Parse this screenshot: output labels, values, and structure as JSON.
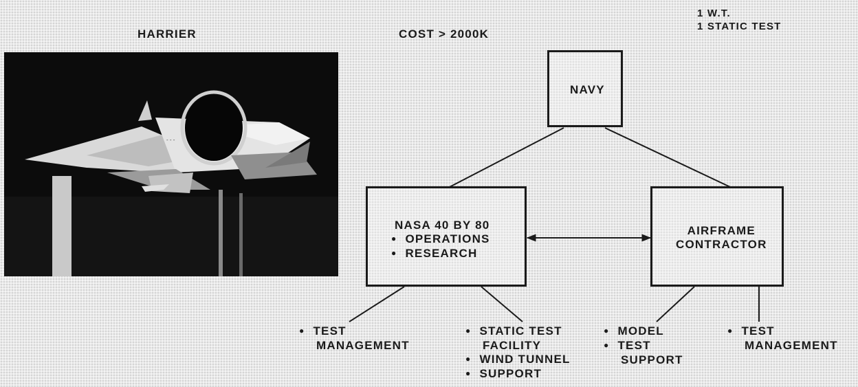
{
  "photo_caption": "HARRIER",
  "cost": "COST > 2000K",
  "tests": [
    "1 W.T.",
    "1 STATIC TEST"
  ],
  "navy": "NAVY",
  "nasa": {
    "title": "NASA 40 BY 80",
    "items": [
      "OPERATIONS",
      "RESEARCH"
    ]
  },
  "airframe": [
    "AIRFRAME",
    "CONTRACTOR"
  ],
  "nasa_test_mgmt": [
    "TEST",
    "MANAGEMENT"
  ],
  "nasa_support": {
    "item1": [
      "STATIC TEST",
      "FACILITY"
    ],
    "item2": "WIND TUNNEL",
    "item3": "SUPPORT"
  },
  "contractor_model": {
    "item1": "MODEL",
    "item2": [
      "TEST",
      "SUPPORT"
    ]
  },
  "contractor_test_mgmt": [
    "TEST",
    "MANAGEMENT"
  ]
}
